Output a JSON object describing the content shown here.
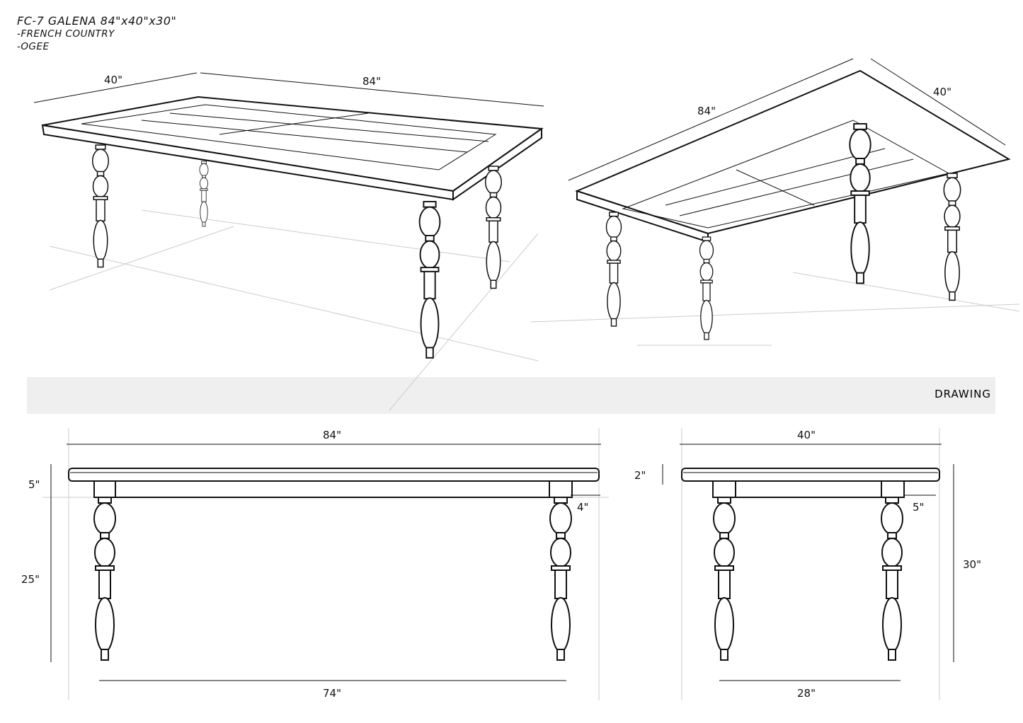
{
  "title": {
    "model": "FC-7  GALENA  84\"x40\"x30\"",
    "style": "-FRENCH COUNTRY",
    "edge": "-OGEE"
  },
  "section_label": "DRAWING",
  "perspective_top": {
    "width_label": "40\"",
    "length_label": "84\""
  },
  "perspective_bottom": {
    "length_label": "84\"",
    "width_label": "40\""
  },
  "front_view": {
    "length": "84\"",
    "apron_height": "5\"",
    "leg_height": "25\"",
    "leg_inset": "4\"",
    "leg_span": "74\""
  },
  "side_view": {
    "width": "40\"",
    "top_thickness": "2\"",
    "leg_inset": "5\"",
    "total_height": "30\"",
    "leg_span": "28\""
  }
}
